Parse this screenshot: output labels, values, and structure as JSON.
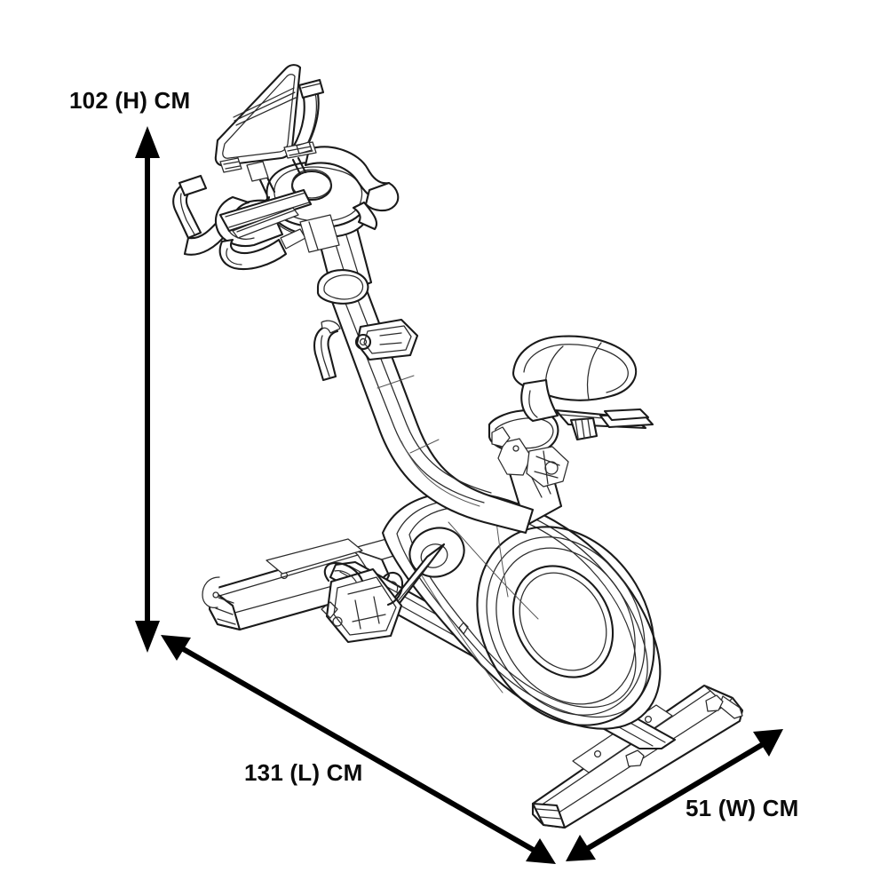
{
  "diagram": {
    "title": "Exercise Bike Dimension Diagram",
    "subject": "upright indoor cycling / spin exercise bike",
    "style": "black and white technical line drawing, isometric three-quarter view",
    "background_color": "#ffffff",
    "line_color": "#1a1a1a",
    "dimension_color": "#000000",
    "units": "CM"
  },
  "dimensions": {
    "height": {
      "label": "102 (H) CM",
      "value": 102,
      "axis": "height",
      "unit": "CM",
      "arrow": "double-headed vertical",
      "from": [
        166,
        145
      ],
      "to": [
        166,
        730
      ]
    },
    "length": {
      "label": "131 (L) CM",
      "value": 131,
      "axis": "length",
      "unit": "CM",
      "arrow": "double-headed diagonal",
      "from": [
        183,
        717
      ],
      "to": [
        622,
        970
      ]
    },
    "width": {
      "label": "51 (W) CM",
      "value": 51,
      "axis": "width",
      "unit": "CM",
      "arrow": "double-headed diagonal",
      "from": [
        640,
        968
      ],
      "to": [
        878,
        824
      ]
    }
  },
  "product_parts": {
    "console_tablet": "media console / tablet display panel",
    "handlebar": "multi-position looped handlebar",
    "handlebar_post": "adjustable handlebar stem post",
    "handlebar_lever": "handlebar height adjustment lever",
    "resistance_knob": "resistance / emergency brake knob",
    "seat": "padded racing saddle",
    "seat_rail": "fore-aft saddle slide rail",
    "seat_knob": "saddle adjustment knob",
    "seat_post": "adjustable seat post",
    "flywheel": "belt-drive flywheel with guard shroud",
    "crank_arm": "crank arm",
    "pedal": "caged pedal with strap",
    "front_stabilizer": "front stabilizer bar with transport wheels",
    "rear_stabilizer": "rear stabilizer bar with levelling feet",
    "main_frame": "main down-tube frame"
  }
}
